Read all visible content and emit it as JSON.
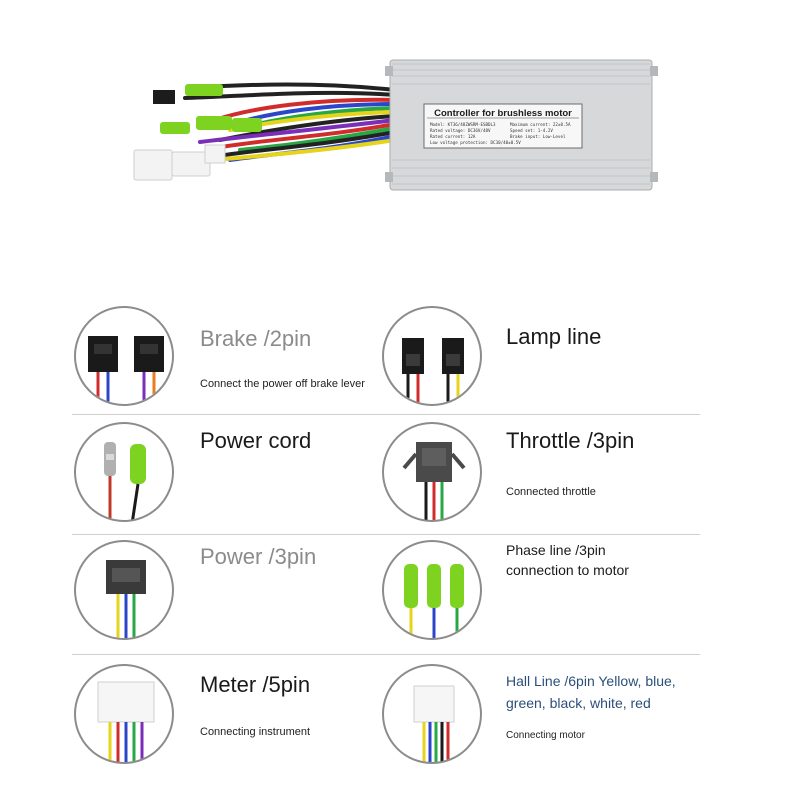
{
  "controller": {
    "label_title": "Controller for brushless motor",
    "specs": [
      {
        "key": "Model:",
        "value": "KT36/48ZWSRM-ESBDL3"
      },
      {
        "key": "Maximum current:",
        "value": "22±0.5A"
      },
      {
        "key": "Rated voltage:",
        "value": "DC36V/48V"
      },
      {
        "key": "Speed set:",
        "value": "1-4.2V"
      },
      {
        "key": "Rated current:",
        "value": "12A"
      },
      {
        "key": "Brake input:",
        "value": "Low-Level"
      },
      {
        "key": "Low voltage protection:",
        "value": "DC30/40±0.5V"
      }
    ]
  },
  "items": [
    {
      "title": "Brake /2pin",
      "desc": "Connect the power off brake lever"
    },
    {
      "title": "Lamp line",
      "desc": ""
    },
    {
      "title": "Power cord",
      "desc": ""
    },
    {
      "title": "Throttle /3pin",
      "desc": "Connected throttle"
    },
    {
      "title": "Power /3pin",
      "desc": ""
    },
    {
      "title": "Phase line /3pin connection to motor",
      "desc": ""
    },
    {
      "title": "Meter /5pin",
      "desc": "Connecting instrument"
    },
    {
      "title": "Hall Line /6pin Yellow, blue, green, black, white, red",
      "desc": "Connecting motor"
    }
  ],
  "colors": {
    "text_dark": "#1a1a1a",
    "text_gray": "#8b8b8b",
    "text_blue": "#2c4f7a",
    "circle_border": "#8c8c8c",
    "connector_green": "#7ed321",
    "controller_body": "#d6d8da"
  }
}
